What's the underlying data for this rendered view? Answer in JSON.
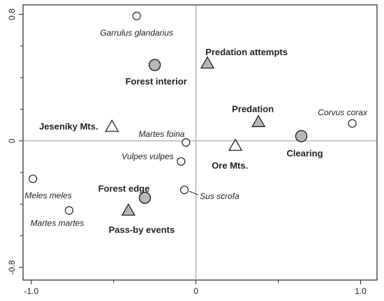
{
  "chart_data": {
    "type": "scatter",
    "title": "",
    "xlabel": "",
    "ylabel": "",
    "xlim": [
      -1.05,
      1.1
    ],
    "ylim": [
      -0.88,
      0.86
    ],
    "x_ticks": [
      -1.0,
      0.0,
      1.0
    ],
    "x_tick_labels": [
      "-1.0",
      "0",
      "1.0"
    ],
    "y_ticks": [
      -0.8,
      0.0,
      0.8
    ],
    "y_tick_labels": [
      "-0.8",
      "0",
      "0.8"
    ],
    "y_minor_ticks": [
      -0.6,
      -0.4,
      -0.2,
      0.2,
      0.4,
      0.6
    ],
    "x_minor_ticks": [
      -0.5,
      0.5
    ],
    "zero_lines": true,
    "grid": false,
    "colors": {
      "open": "#ffffff",
      "filled": "#b8b8b8",
      "stroke": "#222222",
      "zero_line": "#999999"
    },
    "series": [
      {
        "marker": "circle-open",
        "label_style": "italic",
        "points": [
          {
            "label": "Garrulus glandarius",
            "x": -0.36,
            "y": 0.79
          },
          {
            "label": "Corvus corax",
            "x": 0.95,
            "y": 0.11
          },
          {
            "label": "Martes foina",
            "x": -0.06,
            "y": -0.01
          },
          {
            "label": "Vulpes vulpes",
            "x": -0.09,
            "y": -0.13
          },
          {
            "label": "Meles meles",
            "x": -0.99,
            "y": -0.24
          },
          {
            "label": "Sus scrofa",
            "x": -0.07,
            "y": -0.31
          },
          {
            "label": "Martes martes",
            "x": -0.77,
            "y": -0.44
          }
        ]
      },
      {
        "marker": "circle-filled",
        "label_style": "bold",
        "points": [
          {
            "label": "Forest interior",
            "x": -0.25,
            "y": 0.48
          },
          {
            "label": "Clearing",
            "x": 0.64,
            "y": 0.03
          },
          {
            "label": "Forest edge",
            "x": -0.31,
            "y": -0.36
          }
        ]
      },
      {
        "marker": "triangle-filled",
        "label_style": "bold",
        "points": [
          {
            "label": "Predation attempts",
            "x": 0.07,
            "y": 0.49
          },
          {
            "label": "Predation",
            "x": 0.38,
            "y": 0.12
          },
          {
            "label": "Pass-by events",
            "x": -0.41,
            "y": -0.44
          }
        ]
      },
      {
        "marker": "triangle-open",
        "label_style": "bold",
        "points": [
          {
            "label": "Jeseníky Mts.",
            "x": -0.51,
            "y": 0.09
          },
          {
            "label": "Ore Mts.",
            "x": 0.24,
            "y": -0.03
          }
        ]
      }
    ]
  }
}
